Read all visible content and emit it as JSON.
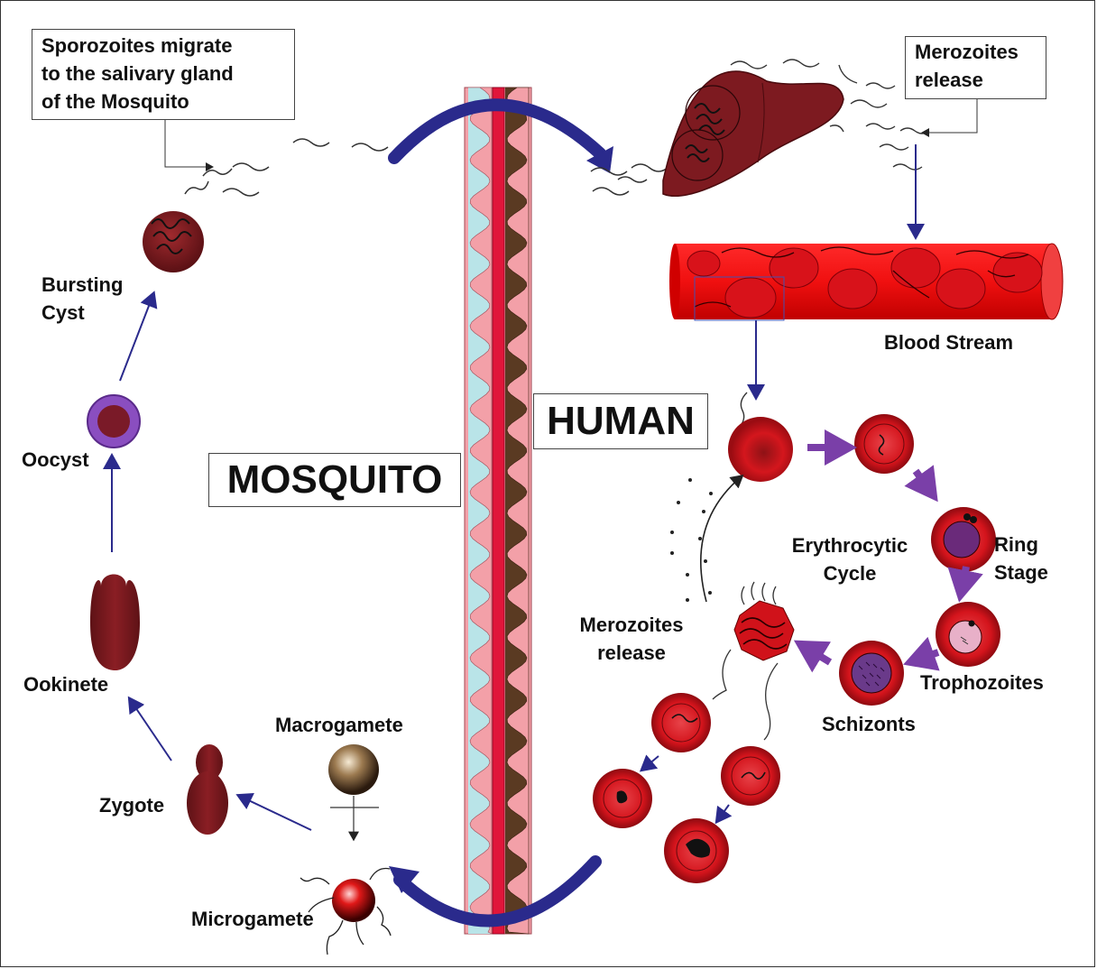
{
  "callouts": {
    "sporozoites": {
      "line1": "Sporozoites migrate",
      "line2": "to the salivary gland",
      "line3": "of the Mosquito"
    },
    "merozoites_liver": {
      "line1": "Merozoites",
      "line2": "release"
    }
  },
  "hosts": {
    "mosquito": "MOSQUITO",
    "human": "HUMAN"
  },
  "labels": {
    "bursting_cyst": {
      "line1": "Bursting",
      "line2": "Cyst"
    },
    "oocyst": "Oocyst",
    "ookinete": "Ookinete",
    "zygote": "Zygote",
    "macrogamete": "Macrogamete",
    "microgamete": "Microgamete",
    "blood_stream": "Blood Stream",
    "erythrocytic_cycle": {
      "line1": "Erythrocytic",
      "line2": "Cycle"
    },
    "ring_stage": {
      "line1": "Ring",
      "line2": "Stage"
    },
    "trophozoites": "Trophozoites",
    "schizonts": "Schizonts",
    "merozoites_release": {
      "line1": "Merozoites",
      "line2": "release"
    }
  },
  "colors": {
    "parasite_dark_red": "#7a1a1f",
    "blood_red": "#e0121b",
    "cycle_arrow_navy": "#2a2a8c",
    "stage_arrow_purple": "#7a3fa8",
    "membrane_pink": "#f0909a",
    "membrane_cyan": "#b7e4e8",
    "membrane_brown": "#5a3a22"
  }
}
